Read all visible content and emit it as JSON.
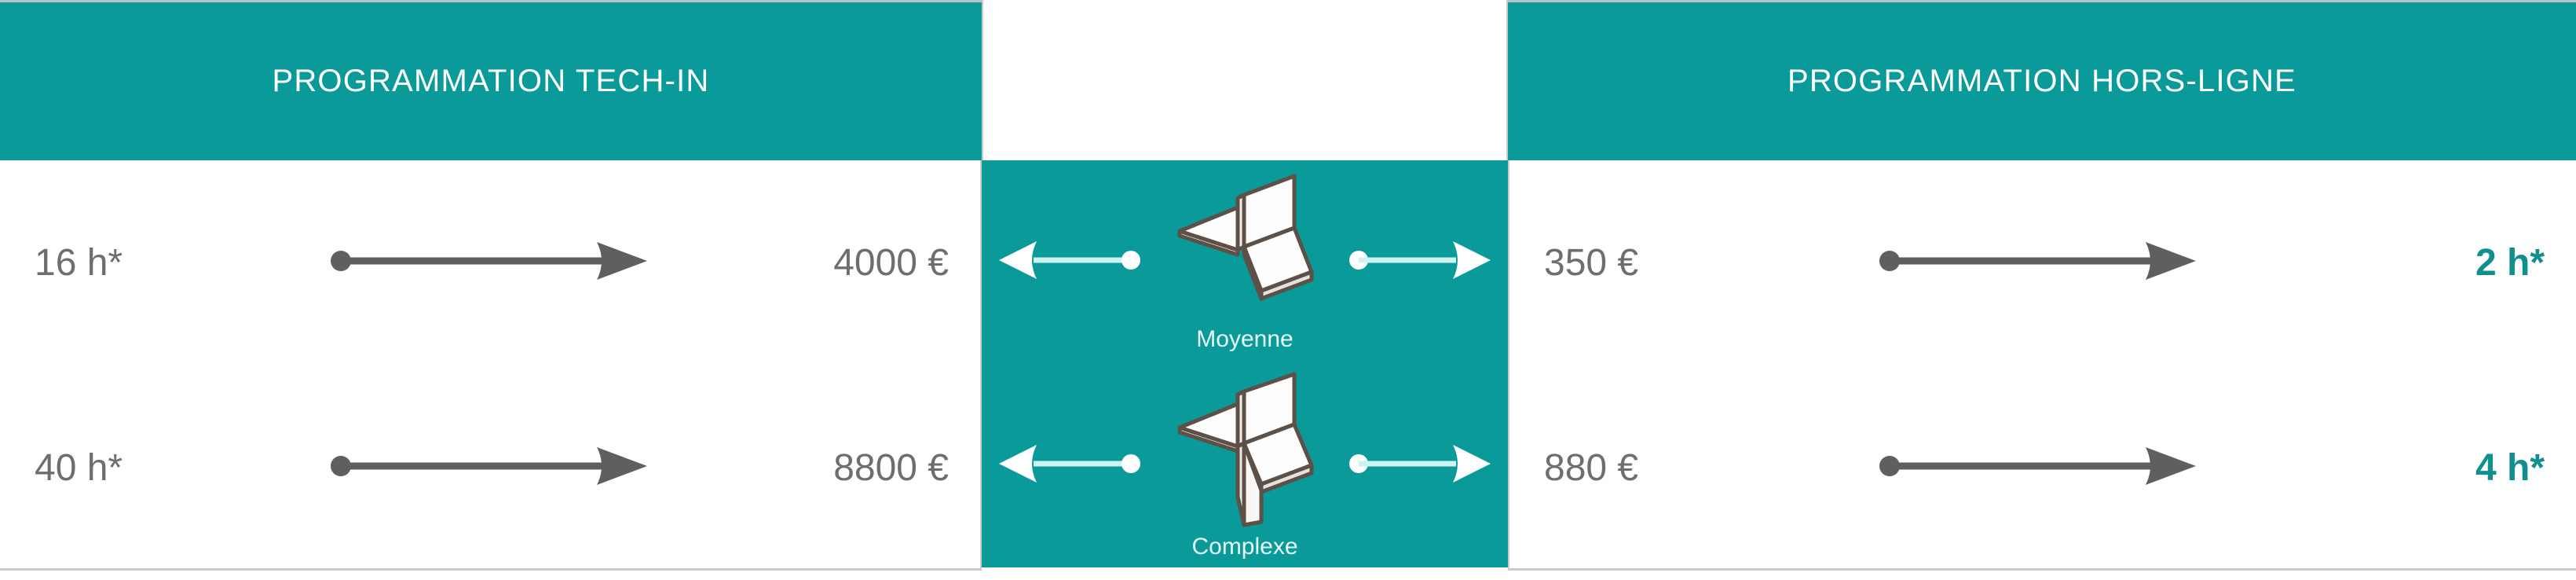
{
  "headers": {
    "left": "PROGRAMMATION TECH-IN",
    "right": "PROGRAMMATION HORS-LIGNE"
  },
  "colors": {
    "teal": "#0a9a9a",
    "teal_text": "#118f8f",
    "gray_text": "#6e6e6e",
    "arrow_gray": "#5f5f5f",
    "white": "#ffffff",
    "border_gray": "#c8cccc"
  },
  "rows": [
    {
      "left": {
        "hours": "16 h*",
        "price": "4000 €",
        "arrow": "arrow-right-icon"
      },
      "center": {
        "label": "Moyenne",
        "icon": "bent-sheet-part-moyenne-icon",
        "left_arrow": "arrow-left-icon",
        "right_arrow": "arrow-right-icon"
      },
      "right": {
        "price": "350 €",
        "hours": "2 h*",
        "arrow": "arrow-right-icon"
      }
    },
    {
      "left": {
        "hours": "40 h*",
        "price": "8800 €",
        "arrow": "arrow-right-icon"
      },
      "center": {
        "label": "Complexe",
        "icon": "bent-sheet-part-complexe-icon",
        "left_arrow": "arrow-left-icon",
        "right_arrow": "arrow-right-icon"
      },
      "right": {
        "price": "880 €",
        "hours": "4 h*",
        "arrow": "arrow-right-icon"
      }
    }
  ]
}
